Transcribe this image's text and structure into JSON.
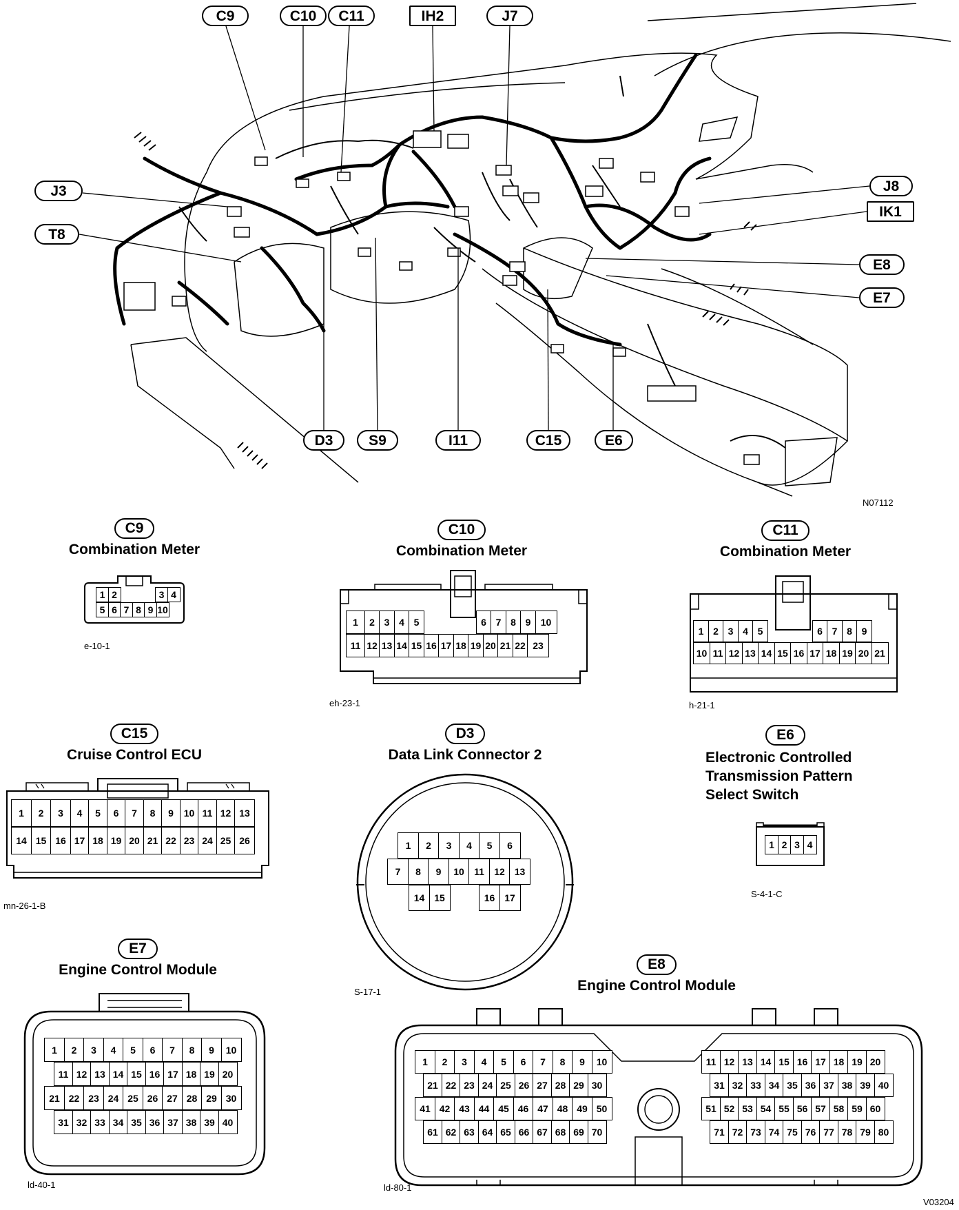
{
  "diagram_code": "N07112",
  "page_code": "V03204",
  "callouts": [
    {
      "id": "C9",
      "style": "pill"
    },
    {
      "id": "C10",
      "style": "pill"
    },
    {
      "id": "C11",
      "style": "pill"
    },
    {
      "id": "IH2",
      "style": "rect"
    },
    {
      "id": "J7",
      "style": "pill"
    },
    {
      "id": "J3",
      "style": "pill"
    },
    {
      "id": "T8",
      "style": "pill"
    },
    {
      "id": "J8",
      "style": "pill"
    },
    {
      "id": "IK1",
      "style": "rect"
    },
    {
      "id": "E8",
      "style": "pill"
    },
    {
      "id": "E7",
      "style": "pill"
    },
    {
      "id": "D3",
      "style": "pill"
    },
    {
      "id": "S9",
      "style": "pill"
    },
    {
      "id": "I11",
      "style": "pill"
    },
    {
      "id": "C15",
      "style": "pill"
    },
    {
      "id": "E6",
      "style": "pill"
    }
  ],
  "connectors": {
    "C9": {
      "label": "C9",
      "title": "Combination Meter",
      "code": "e-10-1",
      "rows": [
        [
          "1",
          "2",
          "",
          "3",
          "4"
        ],
        [
          "5",
          "6",
          "7",
          "8",
          "9",
          "10"
        ]
      ]
    },
    "C10": {
      "label": "C10",
      "title": "Combination Meter",
      "code": "eh-23-1",
      "rows": [
        [
          "1",
          "2",
          "3",
          "4",
          "5",
          "",
          "",
          "6",
          "7",
          "8",
          "9",
          "10"
        ],
        [
          "11",
          "12",
          "13",
          "14",
          "15",
          "16",
          "17",
          "18",
          "19",
          "20",
          "21",
          "22",
          "23"
        ]
      ]
    },
    "C11": {
      "label": "C11",
      "title": "Combination Meter",
      "code": "h-21-1",
      "rows": [
        [
          "1",
          "2",
          "3",
          "4",
          "5",
          "",
          "6",
          "7",
          "8",
          "9"
        ],
        [
          "10",
          "11",
          "12",
          "13",
          "14",
          "15",
          "16",
          "17",
          "18",
          "19",
          "20",
          "21"
        ]
      ]
    },
    "C15": {
      "label": "C15",
      "title": "Cruise Control ECU",
      "code": "mn-26-1-B",
      "rows": [
        [
          "1",
          "2",
          "3",
          "4",
          "5",
          "6",
          "7",
          "8",
          "9",
          "10",
          "11",
          "12",
          "13"
        ],
        [
          "14",
          "15",
          "16",
          "17",
          "18",
          "19",
          "20",
          "21",
          "22",
          "23",
          "24",
          "25",
          "26"
        ]
      ]
    },
    "D3": {
      "label": "D3",
      "title": "Data Link Connector 2",
      "code": "S-17-1",
      "rows": [
        [
          "1",
          "2",
          "3",
          "4",
          "5",
          "6"
        ],
        [
          "7",
          "8",
          "9",
          "10",
          "11",
          "12",
          "13"
        ],
        [
          "14",
          "15",
          "16",
          "17"
        ]
      ]
    },
    "E6": {
      "label": "E6",
      "title_lines": [
        "Electronic Controlled",
        "Transmission Pattern",
        "Select Switch"
      ],
      "code": "S-4-1-C",
      "rows": [
        [
          "1",
          "2",
          "3",
          "4"
        ]
      ]
    },
    "E7": {
      "label": "E7",
      "title": "Engine Control Module",
      "code": "ld-40-1",
      "rows": [
        [
          "1",
          "2",
          "3",
          "4",
          "5",
          "6",
          "7",
          "8",
          "9",
          "10"
        ],
        [
          "11",
          "12",
          "13",
          "14",
          "15",
          "16",
          "17",
          "18",
          "19",
          "20"
        ],
        [
          "21",
          "22",
          "23",
          "24",
          "25",
          "26",
          "27",
          "28",
          "29",
          "30"
        ],
        [
          "31",
          "32",
          "33",
          "34",
          "35",
          "36",
          "37",
          "38",
          "39",
          "40"
        ]
      ]
    },
    "E8": {
      "label": "E8",
      "title": "Engine Control Module",
      "code": "ld-80-1",
      "rows": [
        [
          "1",
          "2",
          "3",
          "4",
          "5",
          "6",
          "7",
          "8",
          "9",
          "10"
        ],
        [
          "21",
          "22",
          "23",
          "24",
          "25",
          "26",
          "27",
          "28",
          "29",
          "30"
        ],
        [
          "41",
          "42",
          "43",
          "44",
          "45",
          "46",
          "47",
          "48",
          "49",
          "50"
        ],
        [
          "61",
          "62",
          "63",
          "64",
          "65",
          "66",
          "67",
          "68",
          "69",
          "70"
        ]
      ],
      "rows_right": [
        [
          "11",
          "12",
          "13",
          "14",
          "15",
          "16",
          "17",
          "18",
          "19",
          "20"
        ],
        [
          "31",
          "32",
          "33",
          "34",
          "35",
          "36",
          "37",
          "38",
          "39",
          "40"
        ],
        [
          "51",
          "52",
          "53",
          "54",
          "55",
          "56",
          "57",
          "58",
          "59",
          "60"
        ],
        [
          "71",
          "72",
          "73",
          "74",
          "75",
          "76",
          "77",
          "78",
          "79",
          "80"
        ]
      ]
    }
  }
}
